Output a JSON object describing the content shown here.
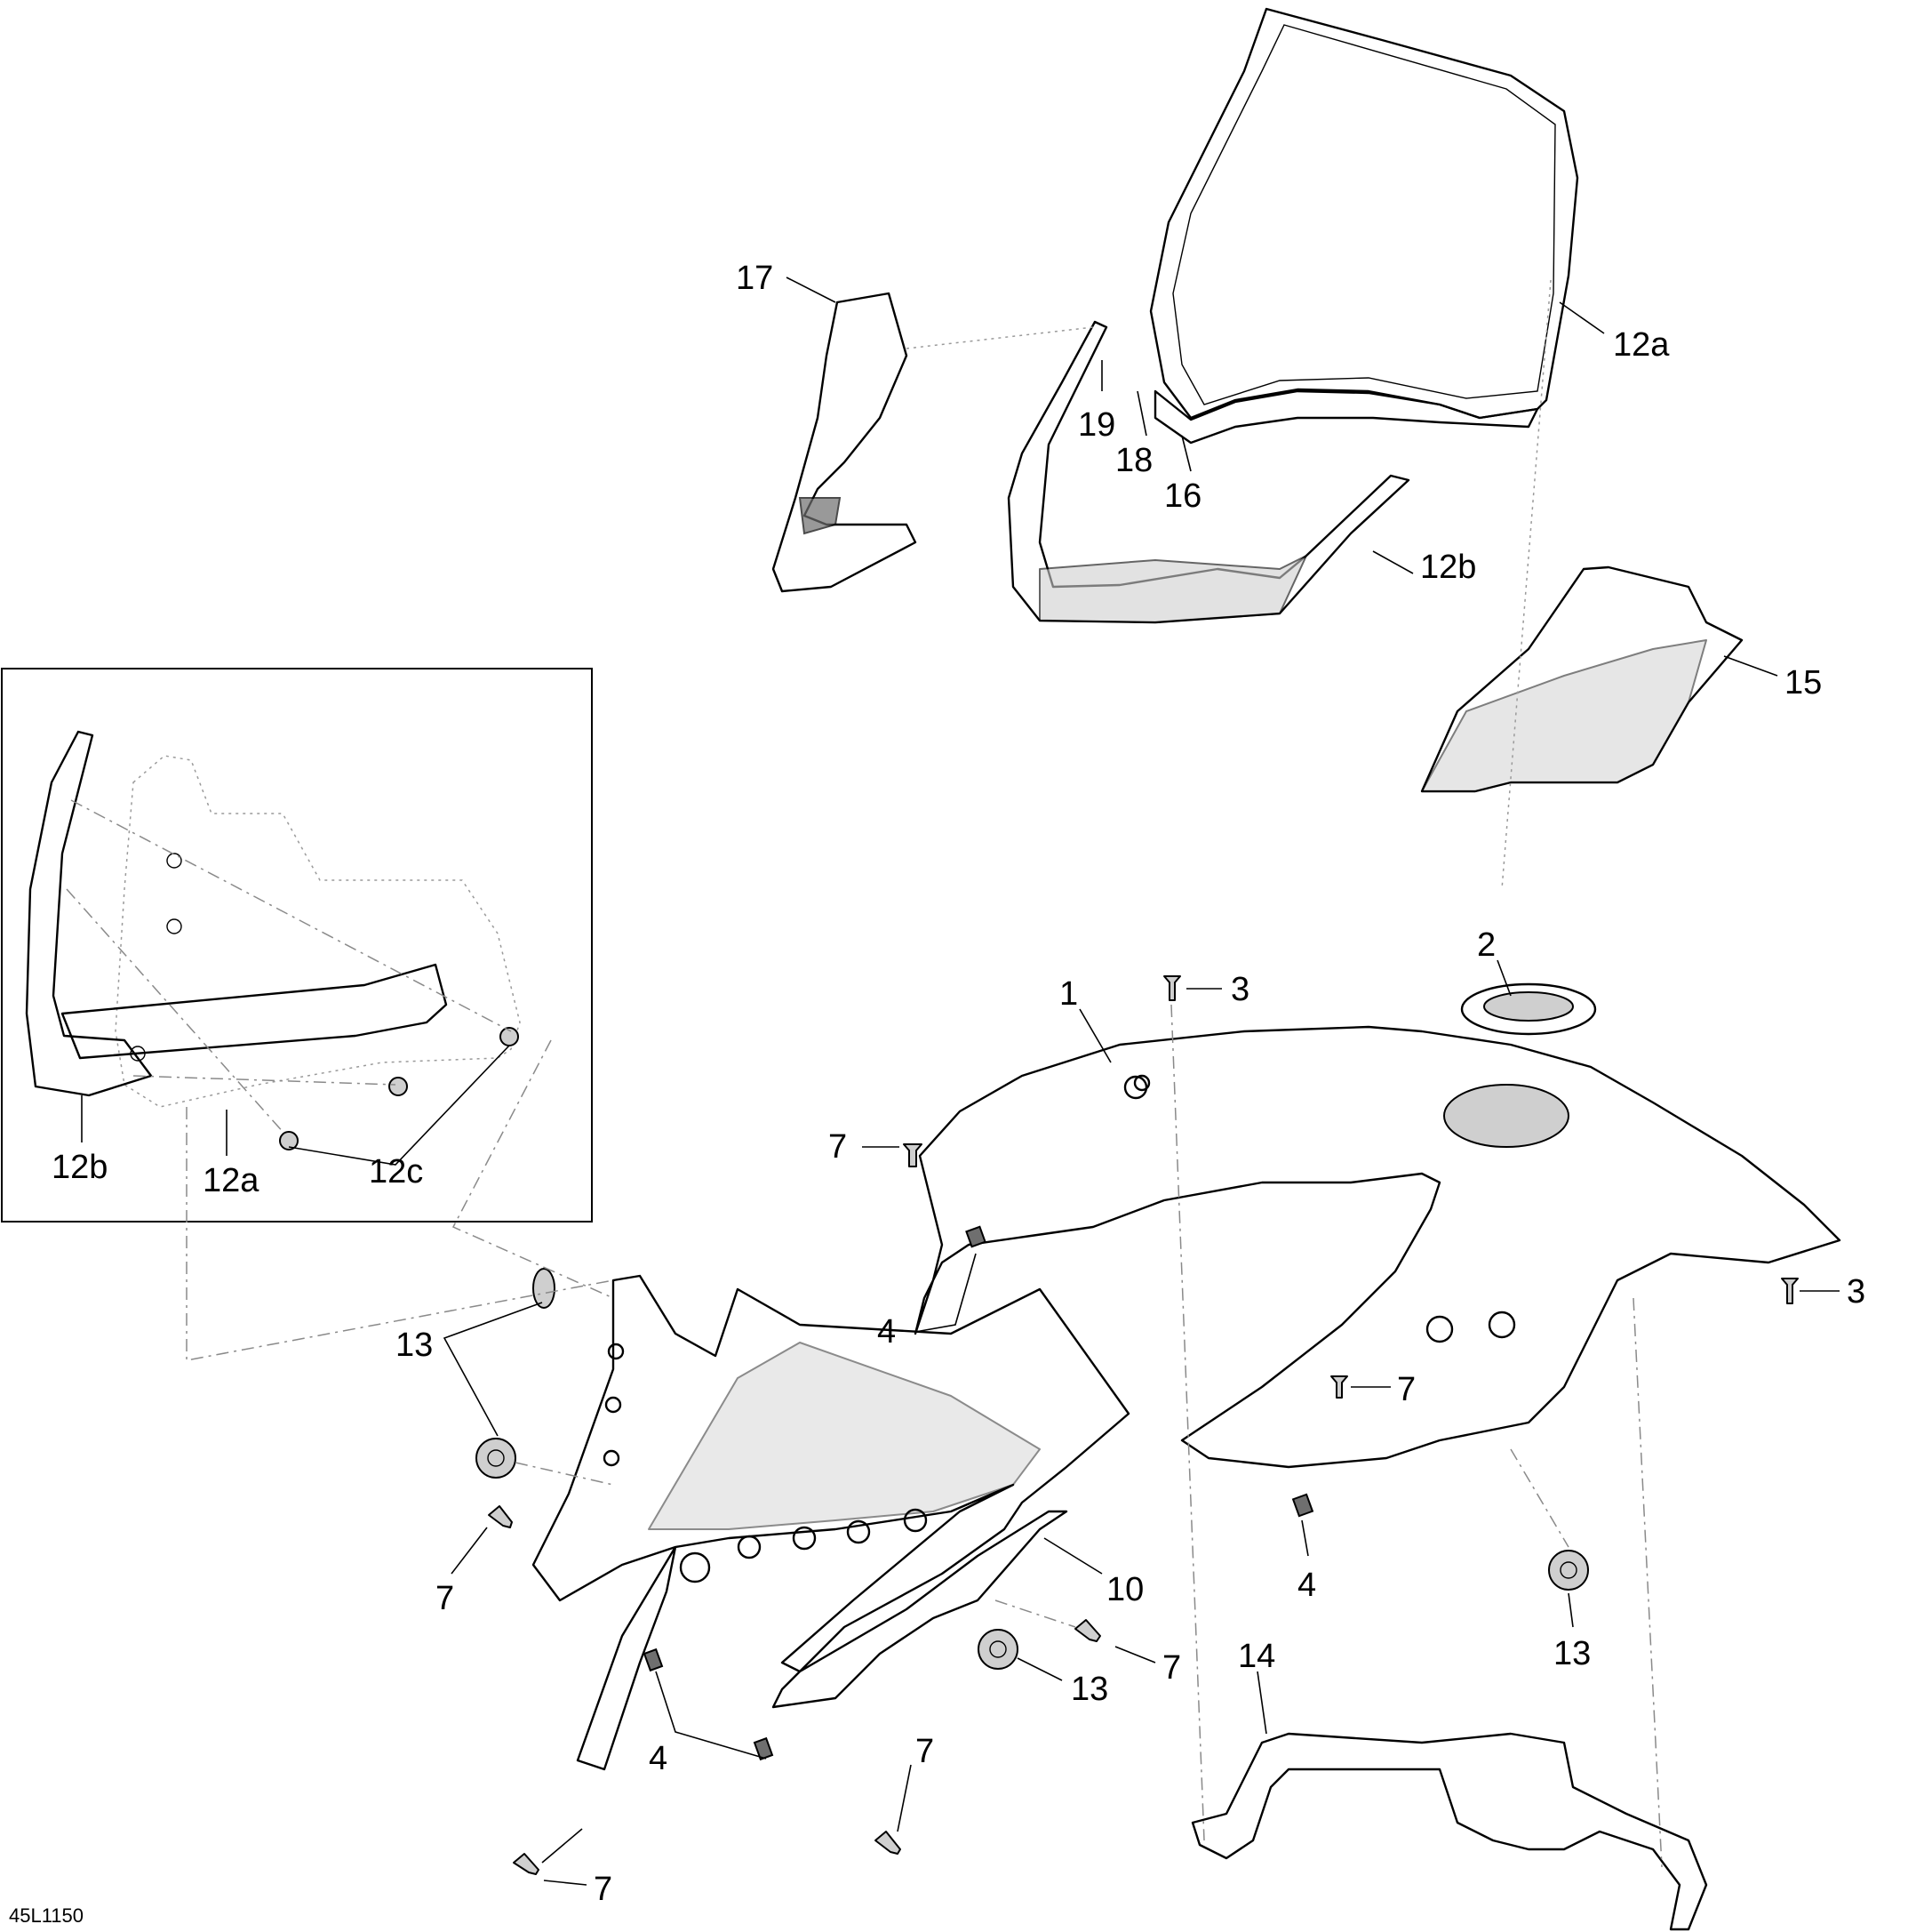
{
  "drawing": {
    "reference": "45L1150",
    "callouts": [
      "1",
      "2",
      "3",
      "4",
      "7",
      "10",
      "12a",
      "12b",
      "12c",
      "13",
      "14",
      "15",
      "16",
      "17",
      "18",
      "19"
    ]
  }
}
